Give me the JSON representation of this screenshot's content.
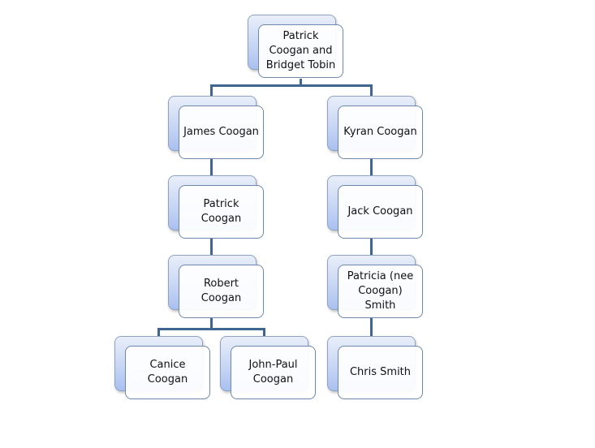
{
  "diagram": {
    "type": "family-tree",
    "line_color": "#3f6690",
    "nodes": {
      "root": "Patrick\nCoogan and\nBridget Tobin",
      "james": "James Coogan",
      "kyran": "Kyran  Coogan",
      "patrick": "Patrick\nCoogan",
      "jack": "Jack Coogan",
      "robert": "Robert\nCoogan",
      "patricia": "Patricia (nee\nCoogan)\nSmith",
      "canice": "Canice\nCoogan",
      "john_paul": "John-Paul\nCoogan",
      "chris": "Chris Smith"
    },
    "edges": [
      [
        "root",
        "james"
      ],
      [
        "root",
        "kyran"
      ],
      [
        "james",
        "patrick"
      ],
      [
        "patrick",
        "robert"
      ],
      [
        "robert",
        "canice"
      ],
      [
        "robert",
        "john_paul"
      ],
      [
        "kyran",
        "jack"
      ],
      [
        "jack",
        "patricia"
      ],
      [
        "patricia",
        "chris"
      ]
    ]
  }
}
